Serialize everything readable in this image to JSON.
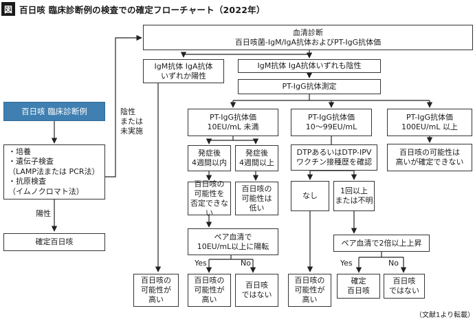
{
  "figure": {
    "badge": "図",
    "title": "百日咳 臨床診断例の検査での確定フローチャート（2022年）",
    "source_note": "（文献1より転載）"
  },
  "nodes": {
    "clinical_diagnosis": "百日咳 臨床診断例",
    "tests": "・培養\n・遺伝子検査\n（LAMP法または PCR法）\n・抗原検査\n（イムノクロマト法）",
    "confirmed_left": "確定百日咳",
    "serology": "血清診断\n百日咳菌-IgM/IgA抗体およびPT-IgG抗体価",
    "igm_iga_positive": "IgM抗体 IgA抗体\nいずれか陽性",
    "igm_iga_negative": "IgM抗体 IgA抗体いずれも陰性",
    "pt_igg_measure": "PT-IgG抗体測定",
    "pt_low": "PT-IgG抗体価\n10EU/mL 未満",
    "pt_mid": "PT-IgG抗体価\n10～99EU/mL",
    "pt_high": "PT-IgG抗体価\n100EU/mL 以上",
    "onset_within4": "発症後\n4週間以内",
    "onset_after4": "発症後\n4週間以上",
    "dtp_history": "DTPあるいはDTP-IPV\nワクチン接種歴を確認",
    "high_cannot_confirm": "百日咳の可能性は\n高いが確定できない",
    "cannot_deny": "百日咳の\n可能性を\n否定できない",
    "possibility_low": "百日咳の\n可能性は\n低い",
    "none": "なし",
    "once_or_unknown": "1回以上\nまたは不明",
    "pair_serum_10": "ペア血清で\n10EU/mL以上に陽転",
    "pair_serum_2x": "ペア血清で2倍以上上昇",
    "result_igm_high": "百日咳の\n可能性が\n高い",
    "result_pair_yes": "百日咳の\n可能性が\n高い",
    "result_pair_no": "百日咳\nではない",
    "result_none_high": "百日咳の\n可能性が\n高い",
    "result_confirmed": "確定\n百日咳",
    "result_2x_no": "百日咳\nではない"
  },
  "labels": {
    "negative_or_not_done": "陰性\nまたは\n未実施",
    "positive": "陽性",
    "yes_a": "Yes",
    "no_a": "No",
    "yes_b": "Yes",
    "no_b": "No"
  },
  "colors": {
    "clinical_box": "#3f7fb1"
  }
}
